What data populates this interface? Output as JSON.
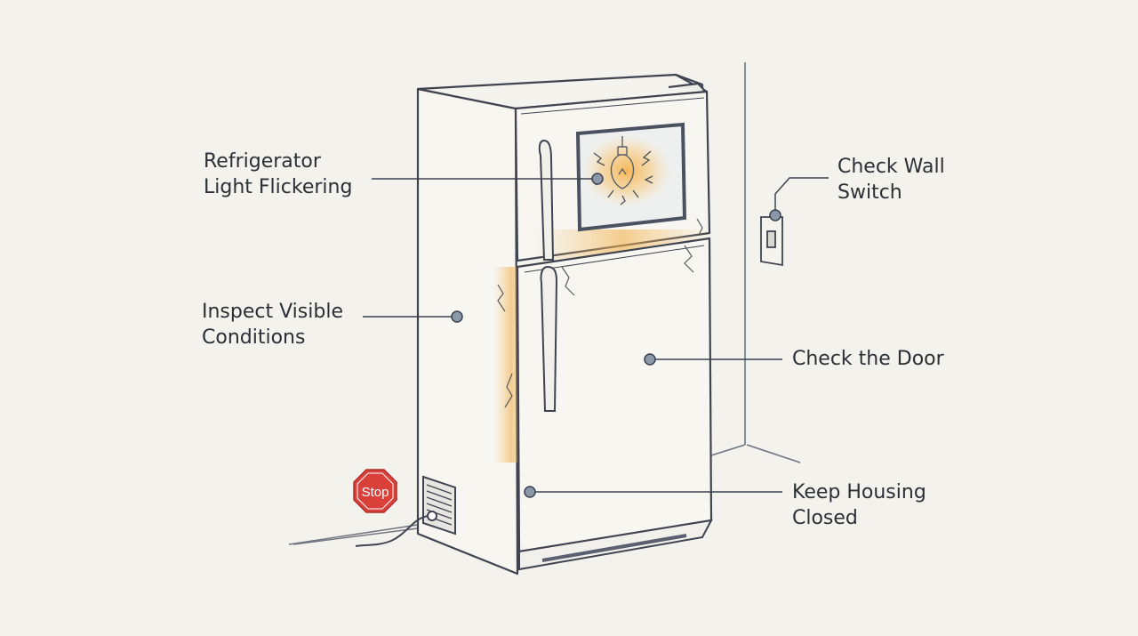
{
  "callouts": {
    "light": {
      "line1": "Refrigerator",
      "line2": "Light Flickering"
    },
    "wall_switch": {
      "line1": "Check Wall",
      "line2": "Switch"
    },
    "inspect": {
      "line1": "Inspect Visible",
      "line2": "Conditions"
    },
    "door": {
      "line1": "Check the Door"
    },
    "housing": {
      "line1": "Keep Housing",
      "line2": "Closed"
    }
  },
  "stop_sign": {
    "label": "Stop"
  },
  "colors": {
    "background": "#f3f2ec",
    "line": "#3b4250",
    "dot": "#8a98a8",
    "glow": "#f3b85a",
    "stop": "#d9403a"
  }
}
